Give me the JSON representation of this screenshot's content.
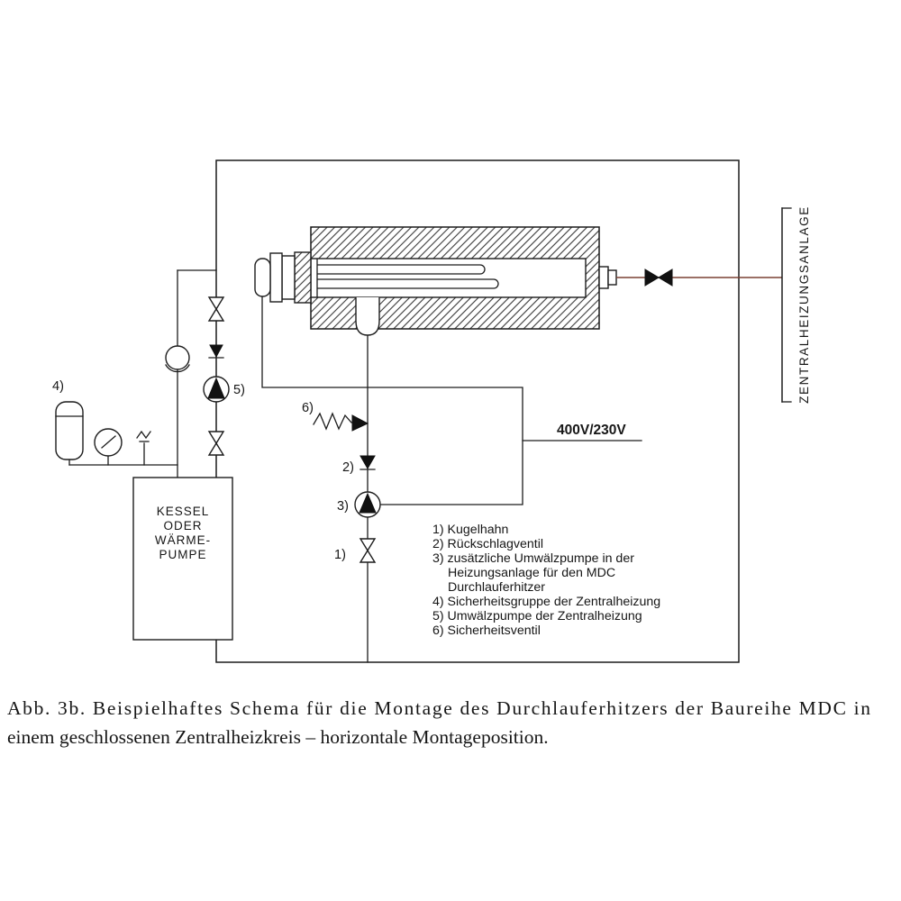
{
  "colors": {
    "line": "#1c1c1c",
    "pipe_accent": "#7a4033",
    "background": "#ffffff"
  },
  "labels": {
    "system_vertical": "ZENTRALHEIZUNGSANLAGE",
    "voltage": "400V/230V"
  },
  "markers": {
    "m1": "1)",
    "m2": "2)",
    "m3": "3)",
    "m4": "4)",
    "m5": "5)",
    "m6": "6)"
  },
  "kessel": {
    "lines": [
      "KESSEL",
      "ODER",
      "WÄRME-",
      "PUMPE"
    ]
  },
  "legend": {
    "items": [
      "1) Kugelhahn",
      "2) Rückschlagventil",
      "3) zusätzliche Umwälzpumpe in der",
      "Heizungsanlage für den MDC",
      "Durchlauferhitzer",
      "4) Sicherheitsgruppe der Zentralheizung",
      "5) Umwälzpumpe der Zentralheizung",
      "6) Sicherheitsventil"
    ]
  },
  "caption": {
    "line1": "Abb. 3b. Beispielhaftes Schema für die Montage des Durchlauferhitzers der Baureihe MDC in",
    "line2": "einem geschlossenen Zentralheizkreis – horizontale Montageposition."
  }
}
